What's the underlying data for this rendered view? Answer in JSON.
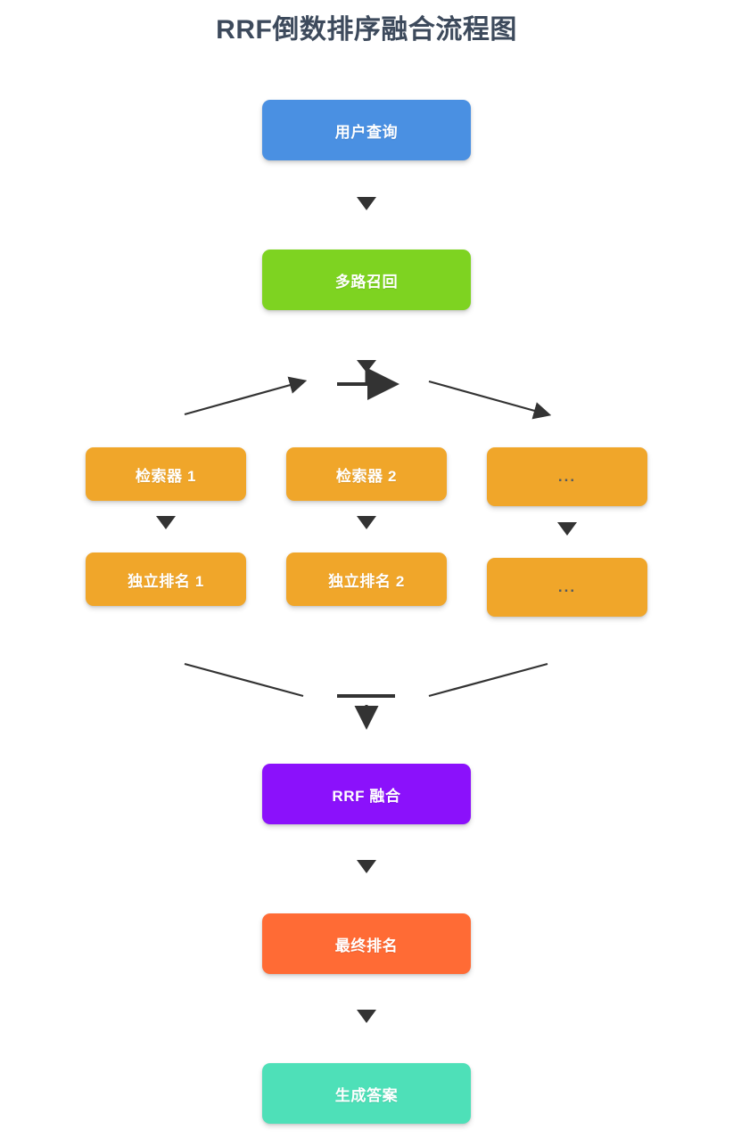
{
  "title": "RRF倒数排序融合流程图",
  "colors": {
    "title": "#3d4a5c",
    "background": "#ffffff",
    "blue": "#4a90e2",
    "green": "#7ed321",
    "orange": "#f0a62a",
    "purple": "#8b11fb",
    "orange_red": "#ff6b35",
    "teal": "#4ee0b8",
    "arrow": "#333333",
    "ellipsis_text": "#555a5e"
  },
  "chart_data": {
    "type": "diagram",
    "diagram_kind": "flowchart",
    "direction": "top-to-bottom",
    "title": "RRF倒数排序融合流程图",
    "nodes": [
      {
        "id": "user_query",
        "label": "用户查询",
        "color": "#4a90e2",
        "shape": "rounded-rect",
        "row": 1,
        "column": "center"
      },
      {
        "id": "multi_recall",
        "label": "多路召回",
        "color": "#7ed321",
        "shape": "rounded-rect",
        "row": 2,
        "column": "center"
      },
      {
        "id": "retriever_1",
        "label": "检索器 1",
        "color": "#f0a62a",
        "shape": "rounded-rect",
        "row": 3,
        "column": "left"
      },
      {
        "id": "retriever_2",
        "label": "检索器 2",
        "color": "#f0a62a",
        "shape": "rounded-rect",
        "row": 3,
        "column": "middle"
      },
      {
        "id": "retriever_n",
        "label": "...",
        "color": "#f0a62a",
        "shape": "rounded-rect",
        "row": 3,
        "column": "right"
      },
      {
        "id": "rank_1",
        "label": "独立排名 1",
        "color": "#f0a62a",
        "shape": "rounded-rect",
        "row": 4,
        "column": "left"
      },
      {
        "id": "rank_2",
        "label": "独立排名 2",
        "color": "#f0a62a",
        "shape": "rounded-rect",
        "row": 4,
        "column": "middle"
      },
      {
        "id": "rank_n",
        "label": "...",
        "color": "#f0a62a",
        "shape": "rounded-rect",
        "row": 4,
        "column": "right"
      },
      {
        "id": "rrf_fusion",
        "label": "RRF 融合",
        "color": "#8b11fb",
        "shape": "rounded-rect",
        "row": 5,
        "column": "center"
      },
      {
        "id": "final_rank",
        "label": "最终排名",
        "color": "#ff6b35",
        "shape": "rounded-rect",
        "row": 6,
        "column": "center"
      },
      {
        "id": "gen_answer",
        "label": "生成答案",
        "color": "#4ee0b8",
        "shape": "rounded-rect",
        "row": 7,
        "column": "center"
      }
    ],
    "edges": [
      {
        "from": "user_query",
        "to": "multi_recall",
        "style": "arrow-down"
      },
      {
        "from": "multi_recall",
        "to": "retriever_1",
        "style": "fan-out"
      },
      {
        "from": "multi_recall",
        "to": "retriever_2",
        "style": "fan-out"
      },
      {
        "from": "multi_recall",
        "to": "retriever_n",
        "style": "fan-out"
      },
      {
        "from": "retriever_1",
        "to": "rank_1",
        "style": "arrow-down"
      },
      {
        "from": "retriever_2",
        "to": "rank_2",
        "style": "arrow-down"
      },
      {
        "from": "retriever_n",
        "to": "rank_n",
        "style": "arrow-down"
      },
      {
        "from": "rank_1",
        "to": "rrf_fusion",
        "style": "fan-in"
      },
      {
        "from": "rank_2",
        "to": "rrf_fusion",
        "style": "fan-in"
      },
      {
        "from": "rank_n",
        "to": "rrf_fusion",
        "style": "fan-in"
      },
      {
        "from": "rrf_fusion",
        "to": "final_rank",
        "style": "arrow-down"
      },
      {
        "from": "final_rank",
        "to": "gen_answer",
        "style": "arrow-down"
      }
    ]
  },
  "nodes": {
    "user_query": "用户查询",
    "multi_recall": "多路召回",
    "retriever_1": "检索器 1",
    "retriever_2": "检索器 2",
    "retriever_n": "...",
    "rank_1": "独立排名 1",
    "rank_2": "独立排名 2",
    "rank_n": "...",
    "rrf_fusion": "RRF 融合",
    "final_rank": "最终排名",
    "gen_answer": "生成答案"
  }
}
